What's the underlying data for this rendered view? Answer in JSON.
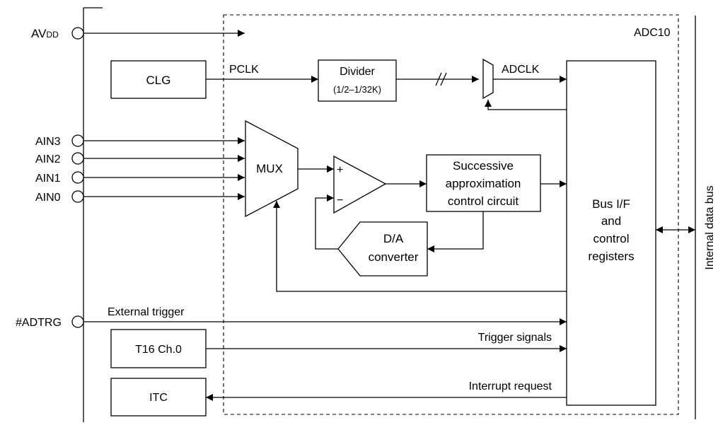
{
  "module": {
    "name": "ADC10"
  },
  "pins": {
    "avdd_main": "AV",
    "avdd_sub": "DD",
    "ain3": "AIN3",
    "ain2": "AIN2",
    "ain1": "AIN1",
    "ain0": "AIN0",
    "adtrg": "#ADTRG"
  },
  "blocks": {
    "clg": "CLG",
    "divider_title": "Divider",
    "divider_range": "(1/2–1/32K)",
    "mux": "MUX",
    "sac_line1": "Successive",
    "sac_line2": "approximation",
    "sac_line3": "control circuit",
    "dac_line1": "D/A",
    "dac_line2": "converter",
    "bus_line1": "Bus I/F",
    "bus_line2": "and",
    "bus_line3": "control",
    "bus_line4": "registers",
    "t16": "T16 Ch.0",
    "itc": "ITC"
  },
  "signals": {
    "pclk": "PCLK",
    "adclk": "ADCLK",
    "external_trigger": "External trigger",
    "trigger_signals": "Trigger signals",
    "interrupt_request": "Interrupt request",
    "internal_data_bus": "Internal data bus",
    "plus": "+",
    "minus": "−"
  }
}
